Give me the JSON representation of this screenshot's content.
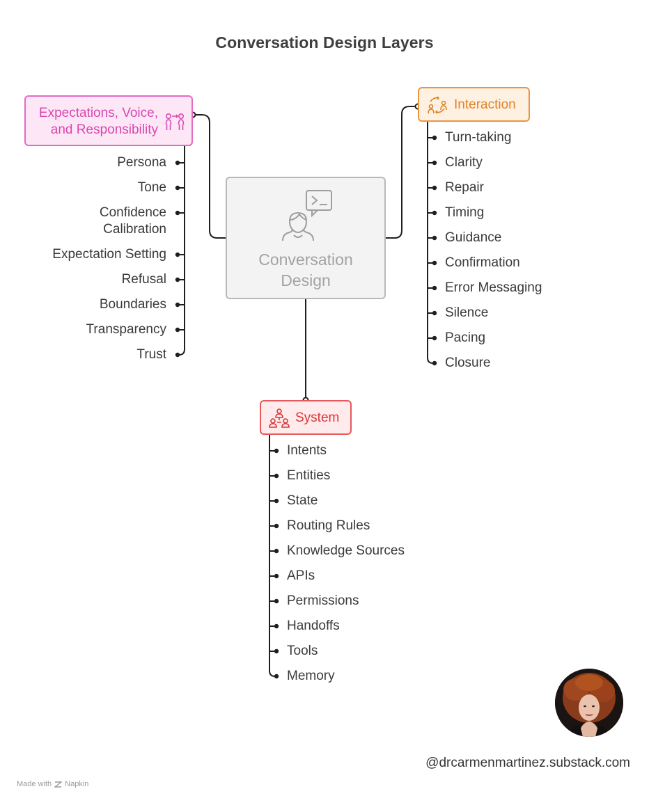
{
  "title": "Conversation Design Layers",
  "center": {
    "line1": "Conversation",
    "line2": "Design"
  },
  "expectations": {
    "label_line1": "Expectations, Voice,",
    "label_line2": "and Responsibility",
    "items": [
      "Persona",
      "Tone",
      "Confidence Calibration",
      "Expectation Setting",
      "Refusal",
      "Boundaries",
      "Transparency",
      "Trust"
    ]
  },
  "interaction": {
    "label": "Interaction",
    "items": [
      "Turn-taking",
      "Clarity",
      "Repair",
      "Timing",
      "Guidance",
      "Confirmation",
      "Error Messaging",
      "Silence",
      "Pacing",
      "Closure"
    ]
  },
  "system": {
    "label": "System",
    "items": [
      "Intents",
      "Entities",
      "State",
      "Routing Rules",
      "Knowledge Sources",
      "APIs",
      "Permissions",
      "Handoffs",
      "Tools",
      "Memory"
    ]
  },
  "footer": {
    "made_with": "Made with",
    "brand": "Napkin",
    "handle": "@drcarmenmartinez.substack.com"
  },
  "colors": {
    "pink": "#e36bc4",
    "orange": "#e9953f",
    "red": "#e7585a",
    "gray": "#b8b8b8"
  }
}
